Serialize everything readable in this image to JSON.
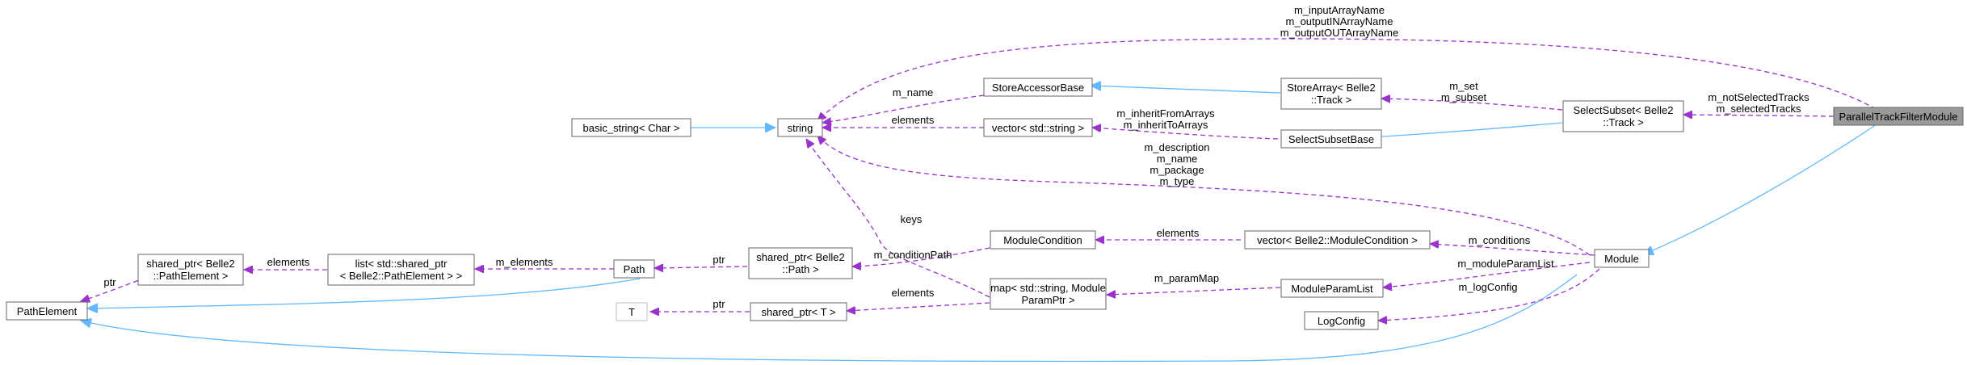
{
  "nodes": {
    "parallel_track_filter_module": "ParallelTrackFilterModule",
    "select_subset_track": [
      "SelectSubset< Belle2",
      "::Track >"
    ],
    "module": "Module",
    "store_array_track": [
      "StoreArray< Belle2",
      "::Track >"
    ],
    "select_subset_base": "SelectSubsetBase",
    "store_accessor_base": "StoreAccessorBase",
    "vector_string": "vector< std::string >",
    "string": "string",
    "basic_string": "basic_string< Char >",
    "module_condition": "ModuleCondition",
    "vector_module_condition": "vector< Belle2::ModuleCondition >",
    "module_param_list": "ModuleParamList",
    "log_config": "LogConfig",
    "map_string_param": [
      "map< std::string, Module",
      "ParamPtr >"
    ],
    "shared_ptr_path": [
      "shared_ptr< Belle2",
      "::Path >"
    ],
    "shared_ptr_t": "shared_ptr< T >",
    "t": "T",
    "path": "Path",
    "list_shared_ptr": [
      "list< std::shared_ptr",
      "< Belle2::PathElement > >"
    ],
    "shared_ptr_path_element": [
      "shared_ptr< Belle2",
      "::PathElement >"
    ],
    "path_element": "PathElement"
  },
  "edge_labels": {
    "input_arrays": [
      "m_inputArrayName",
      "m_outputINArrayName",
      "m_outputOUTArrayName"
    ],
    "selected_tracks": [
      "m_notSelectedTracks",
      "m_selectedTracks"
    ],
    "set_subset": [
      "m_set",
      "m_subset"
    ],
    "inherit_arrays": [
      "m_inheritFromArrays",
      "m_inheritToArrays"
    ],
    "name": "m_name",
    "elements_vector": "elements",
    "module_strings": [
      "m_description",
      "m_name",
      "m_package",
      "m_type"
    ],
    "keys": "keys",
    "elements_conditions": "elements",
    "conditions": "m_conditions",
    "condition_path": "m_conditionPath",
    "module_param_list": "m_moduleParamList",
    "param_map": "m_paramMap",
    "log_config": "m_logConfig",
    "ptr_path": "ptr",
    "m_elements": "m_elements",
    "elements_list": "elements",
    "ptr_element": "ptr",
    "elements_map": "elements",
    "ptr_t": "ptr"
  },
  "colors": {
    "inheritance": "#63b8ff",
    "usage": "#9a32cd",
    "highlight": "#999999"
  }
}
